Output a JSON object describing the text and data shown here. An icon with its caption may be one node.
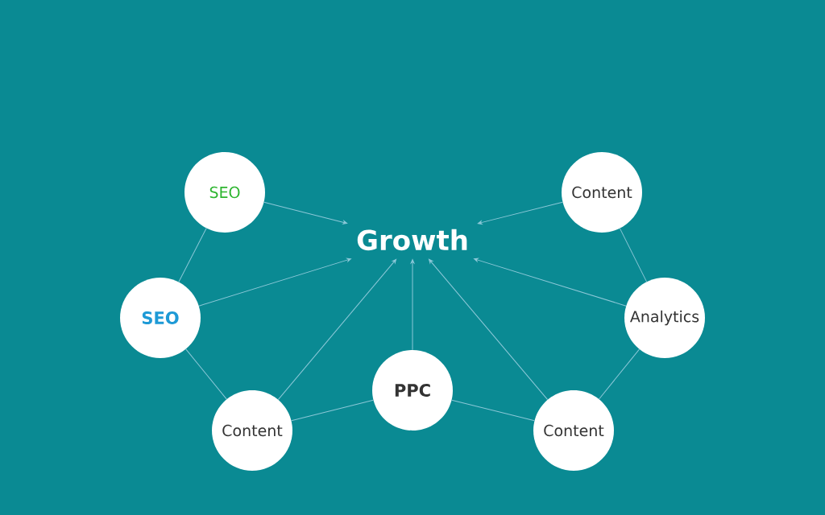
{
  "diagram": {
    "nodes": [
      {
        "text": [
          "Growth"
        ]
      },
      {
        "text": [
          "SEO"
        ]
      },
      {
        "text": [
          "SEO"
        ]
      },
      {
        "text": [
          "Content"
        ]
      },
      {
        "text": [
          "PPC"
        ]
      },
      {
        "text": [
          "Content"
        ]
      },
      {
        "text": [
          "Analytics"
        ]
      },
      {
        "text": [
          "Content"
        ]
      }
    ],
    "edges": [
      {
        "from": 1,
        "to": 0,
        "arrow": "to"
      },
      {
        "from": 2,
        "to": 0,
        "arrow": "to"
      },
      {
        "from": 3,
        "to": 0,
        "arrow": "to"
      },
      {
        "from": 4,
        "to": 0,
        "arrow": "to"
      },
      {
        "from": 5,
        "to": 0,
        "arrow": "to"
      },
      {
        "from": 6,
        "to": 0,
        "arrow": "to"
      },
      {
        "from": 7,
        "to": 0,
        "arrow": "to"
      },
      {
        "from": 1,
        "to": 2,
        "arrow": "none"
      },
      {
        "from": 2,
        "to": 3,
        "arrow": "none"
      },
      {
        "from": 3,
        "to": 4,
        "arrow": "none"
      },
      {
        "from": 4,
        "to": 7,
        "arrow": "none"
      },
      {
        "from": 7,
        "to": 6,
        "arrow": "none"
      },
      {
        "from": 6,
        "to": 5,
        "arrow": "none"
      }
    ]
  }
}
